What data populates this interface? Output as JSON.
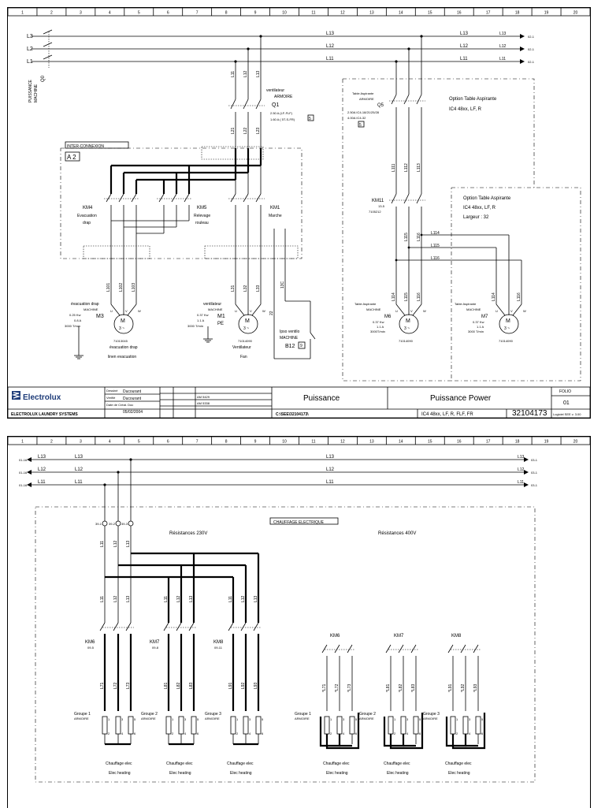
{
  "sheet1": {
    "grid_numbers": [
      "1",
      "2",
      "3",
      "4",
      "5",
      "6",
      "7",
      "8",
      "9",
      "10",
      "11",
      "12",
      "13",
      "14",
      "15",
      "16",
      "17",
      "18",
      "19",
      "20"
    ],
    "supply": {
      "lines_left": [
        "L3",
        "L2",
        "L1"
      ],
      "lines_mid": [
        "L13",
        "L12",
        "L11"
      ],
      "lines_right": [
        "L13",
        "L12",
        "L11"
      ],
      "lines_out": [
        "L13",
        "L12",
        "L11"
      ],
      "arrow_refs": [
        "02-1",
        "02-1",
        "02-1"
      ],
      "q0": "Q0",
      "puissance": "PUISSANCE",
      "machine": "MACHINE"
    },
    "q1": {
      "ventilateur": "ventilateur",
      "armoire": "ARMOIRE",
      "name": "Q1",
      "rating1": "2.50 A  (LF-FLF)",
      "rating2": "1.60 A ( 5T-S-FR)",
      "badge": "5",
      "wires_top": [
        "L11",
        "L12",
        "L13"
      ],
      "wires_bottom": [
        "L21",
        "L22",
        "L23"
      ]
    },
    "interconnexion": {
      "label": "INTER-CONNEXION",
      "box": "A 2"
    },
    "km4": {
      "name": "KM4",
      "line1": "Evacuation",
      "line2": "drap"
    },
    "km5": {
      "name": "KM5",
      "line1": "Relevage",
      "line2": "rouleau"
    },
    "km1": {
      "name": "KM1",
      "line1": "Marche"
    },
    "km11": {
      "name": "KM11",
      "ref1": "13-5",
      "ref2": "7105212"
    },
    "q5": {
      "line1": "Table Aspirante",
      "line2": "ARMOIRE",
      "name": "Q5",
      "rating1": "2.50A   IC4-18/21/25/28",
      "rating2": "4.00A   IC4-32",
      "badge": "5"
    },
    "option1": {
      "title": "Option Table Aspirante",
      "model": "IC4 48xx, LF, R"
    },
    "option2": {
      "title": "Option Table Aspirante",
      "model": "IC4 48xx, LF, R",
      "largeur": "Largeur : 32"
    },
    "wires": {
      "m3": [
        "L101",
        "L102",
        "L103"
      ],
      "m1": [
        "L31",
        "L32",
        "L33"
      ],
      "b12": "22",
      "b12b": "13C",
      "km11": [
        "L111",
        "L112",
        "L113"
      ],
      "km11_out": [
        "L115",
        "L116"
      ],
      "m6": [
        "L114",
        "L115",
        "L116"
      ],
      "m7": [
        "L114",
        "L116"
      ],
      "bus": [
        "L114",
        "L115",
        "L116"
      ]
    },
    "m3": {
      "desc1": "évacuation drap",
      "desc2": "MACHINE",
      "name": "M3",
      "spec1": "0.25 Kw",
      "spec2": "0.8 A",
      "spec3": "3000 T/min",
      "ref": "71013045",
      "foot1": "évacuation drap",
      "foot2": "linen evacuation"
    },
    "m1": {
      "desc1": "ventilateur",
      "desc2": "MACHINE",
      "name": "M1",
      "pe": "PE",
      "spec1": "0.37 Kw",
      "spec2": "1.1 A",
      "spec3": "3000 T/min",
      "ref": "71014090",
      "foot1": "Ventilateur",
      "foot2": "Fan"
    },
    "b12": {
      "line1": "Ipso ventilo",
      "line2": "MACHINE",
      "name": "B12",
      "badge": "9"
    },
    "m6": {
      "desc1": "Table Aspirante",
      "desc2": "MACHINE",
      "name": "M6",
      "spec1": "0.37 Kw",
      "spec2": "1.1 A",
      "spec3": "3000T/min",
      "ref": "71014090"
    },
    "m7": {
      "desc1": "Table Aspirante",
      "desc2": "MACHINE",
      "name": "M7",
      "spec1": "0.37 Kw",
      "spec2": "1.1 A",
      "spec3": "3000 T/min",
      "ref": "71014090"
    },
    "motor_letter": "M",
    "motor_phase": "3 ~",
    "uvw": [
      "U",
      "V",
      "W"
    ],
    "title_block": {
      "brand": "Electrolux",
      "company": "ELECTROLUX LAUNDRY SYSTEMS",
      "created_label": "Dessiné",
      "created_by": "Ducourant",
      "checked_label": "Vérifié",
      "checked_by": "Ducourant",
      "date_label": "Date de Créat. Doc",
      "date": "05/02/2004",
      "rev_rows": [
        "AM 5429",
        "AM 5338"
      ],
      "path": "C:\\SEE\\32104173\\",
      "title_fr": "Puissance",
      "title_both": "Puissance   Power",
      "models": "IC4 48xx, LF, R, FLF, FR",
      "number": "32104173",
      "folio_label": "FOLIO",
      "folio": "01",
      "software": "Logiciel SEE  v. 3.00"
    }
  },
  "sheet2": {
    "grid_numbers": [
      "1",
      "2",
      "3",
      "4",
      "5",
      "6",
      "7",
      "8",
      "9",
      "10",
      "11",
      "12",
      "13",
      "14",
      "15",
      "16",
      "17",
      "18",
      "19",
      "20"
    ],
    "supply": {
      "refs_in": [
        "01-16",
        "01-16",
        "01-16"
      ],
      "lines_left_a": [
        "L13",
        "L12",
        "L11"
      ],
      "lines_left_b": [
        "L13",
        "L12",
        "L11"
      ],
      "lines_mid": [
        "L13",
        "L12",
        "L11"
      ],
      "lines_out": [
        "L13",
        "L12",
        "L11"
      ],
      "arrow_refs": [
        "03-1",
        "03-1",
        "03-1"
      ]
    },
    "chauffage_title": "CHAUFFAGE ELECTRIQUE",
    "resist230": "Résistances 230V",
    "resist400": "Résistances 400V",
    "terminals": [
      "39-1",
      "39-2",
      "39-3"
    ],
    "drops": [
      "L11",
      "L12",
      "L13"
    ],
    "km6": {
      "name": "KM6",
      "ref": "09-5"
    },
    "km7": {
      "name": "KM7",
      "ref": "09-8"
    },
    "km8": {
      "name": "KM8",
      "ref": "09-11"
    },
    "km6b": "KM6",
    "km7b": "KM7",
    "km8b": "KM8",
    "out230": [
      [
        "L71",
        "L72",
        "L73"
      ],
      [
        "L81",
        "L82",
        "L83"
      ],
      [
        "L91",
        "L92",
        "L93"
      ]
    ],
    "out400": [
      [
        "*L71",
        "*L72",
        "*L73"
      ],
      [
        "*L81",
        "*L82",
        "*L83"
      ],
      [
        "*L91",
        "*L92",
        "*L93"
      ]
    ],
    "groups": [
      {
        "name": "Groupe 1",
        "where": "ARMOIRE"
      },
      {
        "name": "Groupe 2",
        "where": "ARMOIRE"
      },
      {
        "name": "Groupe 3",
        "where": "ARMOIRE"
      }
    ],
    "groups400": [
      {
        "name": "Groupe 1",
        "where": "ARMOIRE"
      },
      {
        "name": "Groupe 2",
        "where": "ARMOIRE"
      },
      {
        "name": "Groupe 3",
        "where": "ARMOIRE"
      }
    ],
    "foot_fr": "Chauffage elec",
    "foot_en": "Elec heating",
    "term_nums": [
      "1",
      "2",
      "3",
      "4",
      "5",
      "6"
    ]
  }
}
